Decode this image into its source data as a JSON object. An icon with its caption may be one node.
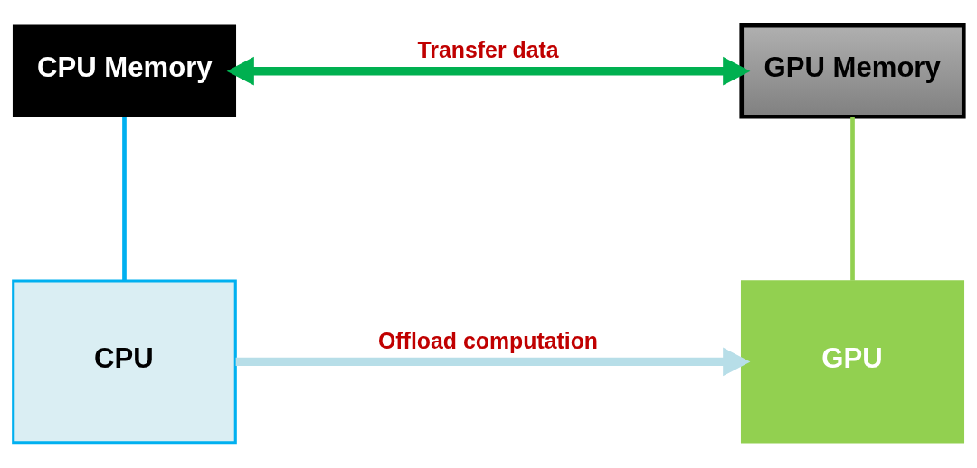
{
  "diagram": {
    "nodes": [
      {
        "text": [
          "CPU Memory"
        ]
      },
      {
        "text": [
          "GPU Memory"
        ]
      },
      {
        "text": [
          "CPU"
        ]
      },
      {
        "text": [
          "GPU"
        ]
      }
    ],
    "edges": [
      {
        "from": 0,
        "to": 1,
        "arrow": "both",
        "label": "Transfer data",
        "style": "thick",
        "color": "#00b050"
      },
      {
        "from": 0,
        "to": 2,
        "arrow": "none",
        "color": "#00b0f0"
      },
      {
        "from": 1,
        "to": 3,
        "arrow": "none",
        "color": "#92d050"
      },
      {
        "from": 2,
        "to": 3,
        "arrow": "to",
        "label": "Offload computation",
        "style": "thick",
        "color": "#b7dee8"
      }
    ]
  }
}
